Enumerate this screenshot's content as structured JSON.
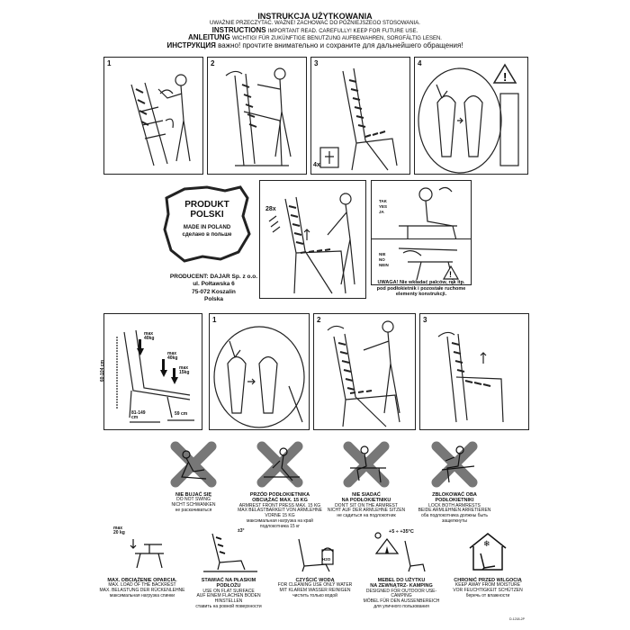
{
  "header": {
    "pl_title": "INSTRUKCJA UŻYTKOWANIA",
    "pl_sub": "UWAŻNIE PRZECZYTAĆ. WAŻNE! ZACHOWAĆ DO PÓŹNIEJSZEGO STOSOWANIA.",
    "en_title": "INSTRUCTIONS",
    "en_sub": "IMPORTANT READ. CAREFULLY! KEEP FOR FUTURE USE.",
    "de_title": "ANLEITUNG",
    "de_sub": "WICHTIG! FÜR ZUKÜNFTIGE BENUTZUNG AUFBEWAHREN, SORGFÄLTIG LESEN.",
    "ru_title": "ИНСТРУКЦИЯ",
    "ru_sub": "важно! прочтите внимательно и сохраните для дальнейшего обращения!"
  },
  "steps_top": [
    "1",
    "2",
    "3",
    "4"
  ],
  "step3_count": "4x",
  "product": {
    "title_line1": "PRODUKT",
    "title_line2": "POLSKI",
    "made_in": "MADE IN POLAND",
    "made_in_ru": "сделано в польше",
    "producer_line1": "PRODUCENT: DAJAR Sp. z o.o.",
    "producer_line2": "ul. Połtawska 6",
    "producer_line3": "75-072 Koszalin",
    "producer_line4": "Polska"
  },
  "mid": {
    "count": "28x",
    "tak": "TAK",
    "yes": "YES",
    "ja": "JA",
    "nie": "NIE",
    "no": "NO",
    "nein": "NEIN",
    "warning": "UWAGA! Nie wkładać palców, rąk itp. pod podłokietnik i pozostałe ruchome elementy konstrukcji."
  },
  "dims": {
    "max1": "max",
    "max1_val": "40kg",
    "max2": "max",
    "max2_val": "40kg",
    "max3": "max",
    "max3_val": "15kg",
    "height": "60-104 cm",
    "length": "81-149 cm",
    "width": "59 cm"
  },
  "steps_bottom": [
    "1",
    "2",
    "3"
  ],
  "warnings": [
    {
      "title": "NIE BUJAĆ SIĘ",
      "l1": "DO NOT SWING",
      "l2": "NICHT SCHWANKEN",
      "l3": "не раскачиваться"
    },
    {
      "title": "PRZÓD PODŁOKIETNIKA",
      "title2": "OBCIĄŻAĆ MAX. 15 KG",
      "l1": "ARMREST FRONT PRESS MAX. 15 KG",
      "l2": "MAX BELASTBARKEIT VON ARMLEHNE VORNE 15 KG",
      "l3": "максимальная нагрузка на край подлокотника 15 кг"
    },
    {
      "title": "NIE SIADAĆ",
      "title2": "NA PODŁOKIETNIKU",
      "l1": "DON'T SIT ON THE ARMREST",
      "l2": "NICHT AUF DER ARMLEHNE SITZEN",
      "l3": "не садиться на подлокотник"
    },
    {
      "title": "ZBLOKOWAĆ OBA",
      "title2": "PODŁOKIETNIKI",
      "l1": "LOCK BOTH ARMRESTS",
      "l2": "BEIDE ARMLEHNEN ARRETIEREN",
      "l3": "оба подлокотника должны быть защелкнуты"
    }
  ],
  "info": [
    {
      "top": "max",
      "top2": "20 kg",
      "title": "MAX. OBCIĄŻENIE OPARCIA.",
      "l1": "MAX. LOAD OF THE BACKREST",
      "l2": "MAX. BELASTUNG DER RÜCKENLEHNE",
      "l3": "максимальная нагрузка спинки"
    },
    {
      "top": "±3°",
      "title": "STAWIAĆ NA PŁASKIM",
      "title2": "PODŁOŻU",
      "l1": "USE ON FLAT SURFACE",
      "l2": "AUF EINEM FLACHEN BODEN HINSTELLEN",
      "l3": "ставить на ровной поверхности"
    },
    {
      "top": "H2O",
      "title": "CZYŚCIĆ WODĄ",
      "l1": "FOR CLEANING USE ONLY WATER",
      "l2": "MIT KLAREM WASSER REINIGEN",
      "l3": "чистить только водой"
    },
    {
      "top": "+5 ÷ +35°C",
      "title": "MEBEL DO UŻYTKU",
      "title2": "NA ZEWNĄTRZ- KAMPING",
      "l1": "DESIGNED FOR OUTDOOR USE- CAMPING",
      "l2": "MÖBEL FÜR DEN AUSSENBEREICH",
      "l3": "для уличного пользования"
    },
    {
      "title": "CHRONIĆ PRZED WILGOCIĄ",
      "l1": "KEEP AWAY FROM MOISTURE",
      "l2": "VOR FEUCHTIGKEIT SCHÜTZEN",
      "l3": "беречь от влажности"
    }
  ],
  "footer_code": "D-1218-2P"
}
